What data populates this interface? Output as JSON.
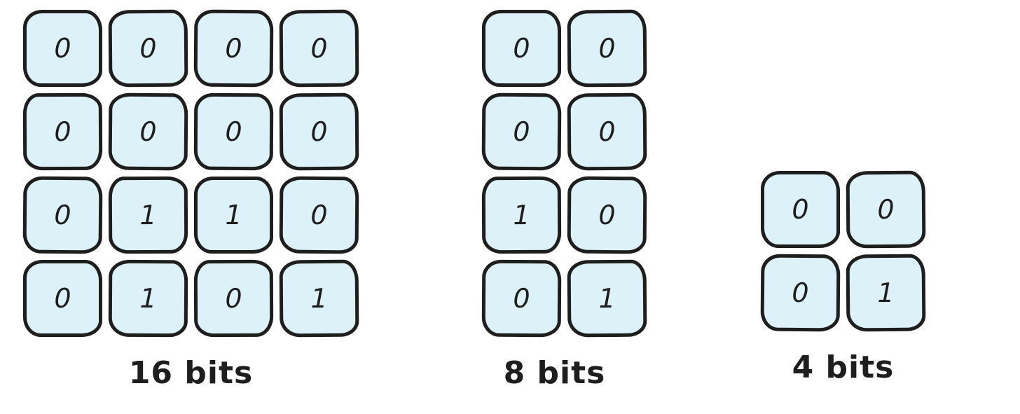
{
  "colors": {
    "box_fill": "#dcf1f8",
    "box_stroke": "#1e1e1e",
    "text": "#1e1e1e",
    "background": "#ffffff"
  },
  "groups": [
    {
      "label": "16 bits",
      "columns": 4,
      "rows": 4,
      "bits": [
        "0",
        "0",
        "0",
        "0",
        "0",
        "0",
        "0",
        "0",
        "0",
        "1",
        "1",
        "0",
        "0",
        "1",
        "0",
        "1"
      ]
    },
    {
      "label": "8 bits",
      "columns": 2,
      "rows": 4,
      "bits": [
        "0",
        "0",
        "0",
        "0",
        "1",
        "0",
        "0",
        "1"
      ]
    },
    {
      "label": "4 bits",
      "columns": 2,
      "rows": 2,
      "bits": [
        "0",
        "0",
        "0",
        "1"
      ]
    }
  ]
}
